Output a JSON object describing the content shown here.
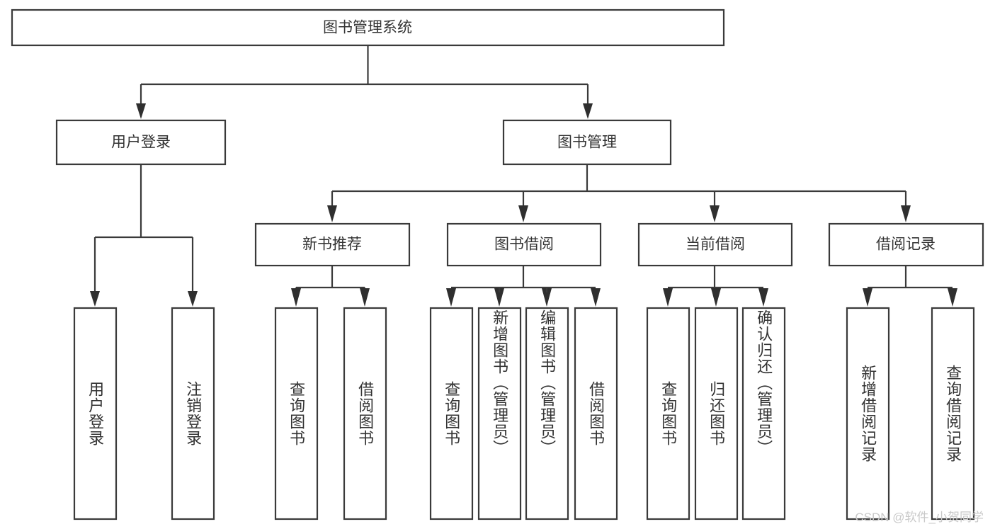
{
  "diagram": {
    "title": "图书管理系统",
    "type": "tree",
    "watermark": "CSDN @软件_小贺同学",
    "colors": {
      "box_stroke": "#3a3a3a",
      "box_fill": "#ffffff",
      "connector": "#3a3a3a",
      "text": "#333333",
      "watermark": "#c9c9c9",
      "background": "#ffffff"
    },
    "root": {
      "label": "图书管理系统"
    },
    "level2": [
      {
        "label": "用户登录"
      },
      {
        "label": "图书管理"
      }
    ],
    "level3": [
      {
        "label": "新书推荐"
      },
      {
        "label": "图书借阅"
      },
      {
        "label": "当前借阅"
      },
      {
        "label": "借阅记录"
      }
    ],
    "leaves": {
      "user_login": [
        {
          "label": "用户登录"
        },
        {
          "label": "注销登录"
        }
      ],
      "new_book_recommend": [
        {
          "label": "查询图书"
        },
        {
          "label": "借阅图书"
        }
      ],
      "book_borrow": [
        {
          "label": "查询图书"
        },
        {
          "label": "新增图书（管理员）"
        },
        {
          "label": "编辑图书（管理员）"
        },
        {
          "label": "借阅图书"
        }
      ],
      "current_borrow": [
        {
          "label": "查询图书"
        },
        {
          "label": "归还图书"
        },
        {
          "label": "确认归还（管理员）"
        }
      ],
      "borrow_record": [
        {
          "label": "新增借阅记录"
        },
        {
          "label": "查询借阅记录"
        }
      ]
    }
  }
}
